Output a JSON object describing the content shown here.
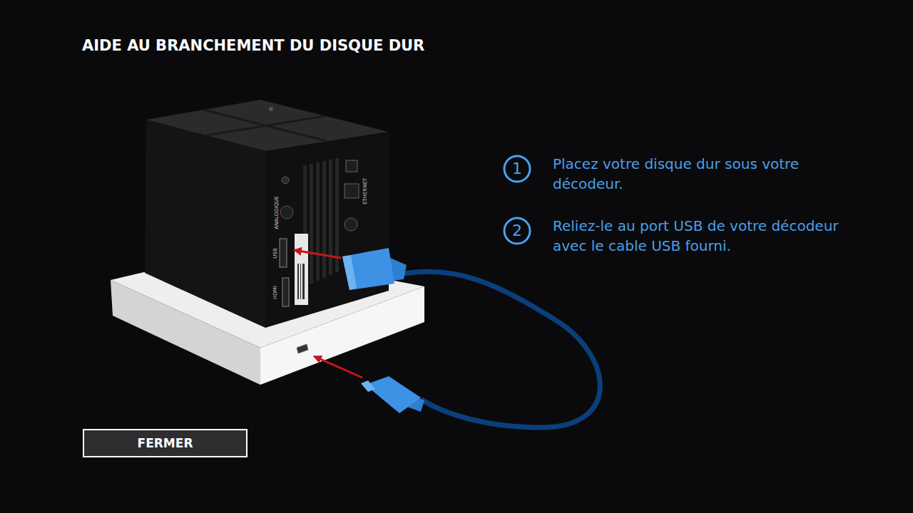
{
  "diagram": {
    "title": "AIDE AU BRANCHEMENT DU DISQUE DUR",
    "nodes": [
      {
        "text": [
          "1"
        ]
      },
      {
        "text": [
          "2"
        ]
      },
      {
        "text": [
          "FERMER"
        ]
      }
    ],
    "labels": [
      "Placez votre disque dur sous votre décodeur.",
      "Reliez-le au port USB de votre décodeur avec le cable USB fourni.",
      "ANALOGIQUE",
      "USB",
      "HDMI",
      "ETHERNET"
    ]
  }
}
